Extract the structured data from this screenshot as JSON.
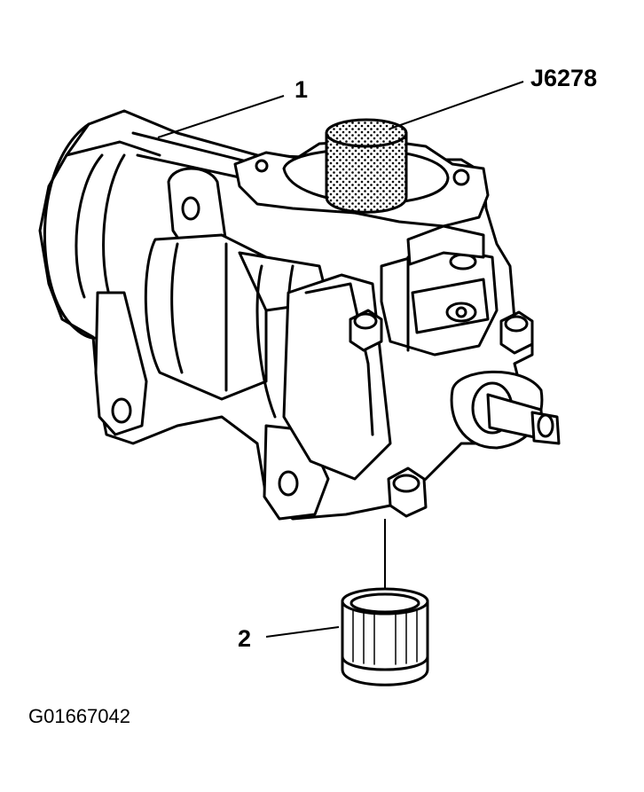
{
  "callouts": {
    "gear_housing": "1",
    "tool": "J6278",
    "bearing": "2"
  },
  "figure_id": "G01667042",
  "colors": {
    "ink": "#000000",
    "paper": "#ffffff"
  }
}
